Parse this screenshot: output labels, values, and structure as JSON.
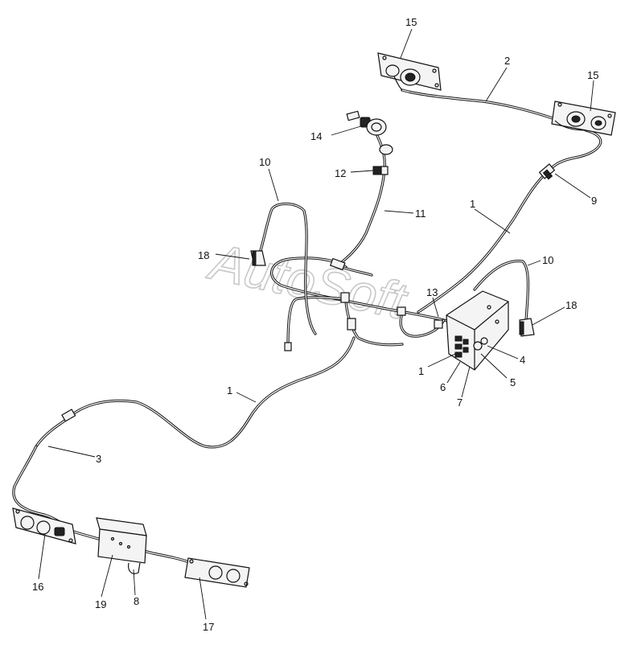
{
  "watermark": "AutoSoft",
  "callouts": {
    "c1a": "1",
    "c1b": "1",
    "c1c": "1",
    "c2": "2",
    "c3": "3",
    "c4": "4",
    "c5": "5",
    "c6": "6",
    "c7": "7",
    "c8": "8",
    "c9": "9",
    "c10a": "10",
    "c10b": "10",
    "c11": "11",
    "c12": "12",
    "c13": "13",
    "c14": "14",
    "c15a": "15",
    "c15b": "15",
    "c16": "16",
    "c17": "17",
    "c18a": "18",
    "c18b": "18",
    "c19": "19"
  }
}
